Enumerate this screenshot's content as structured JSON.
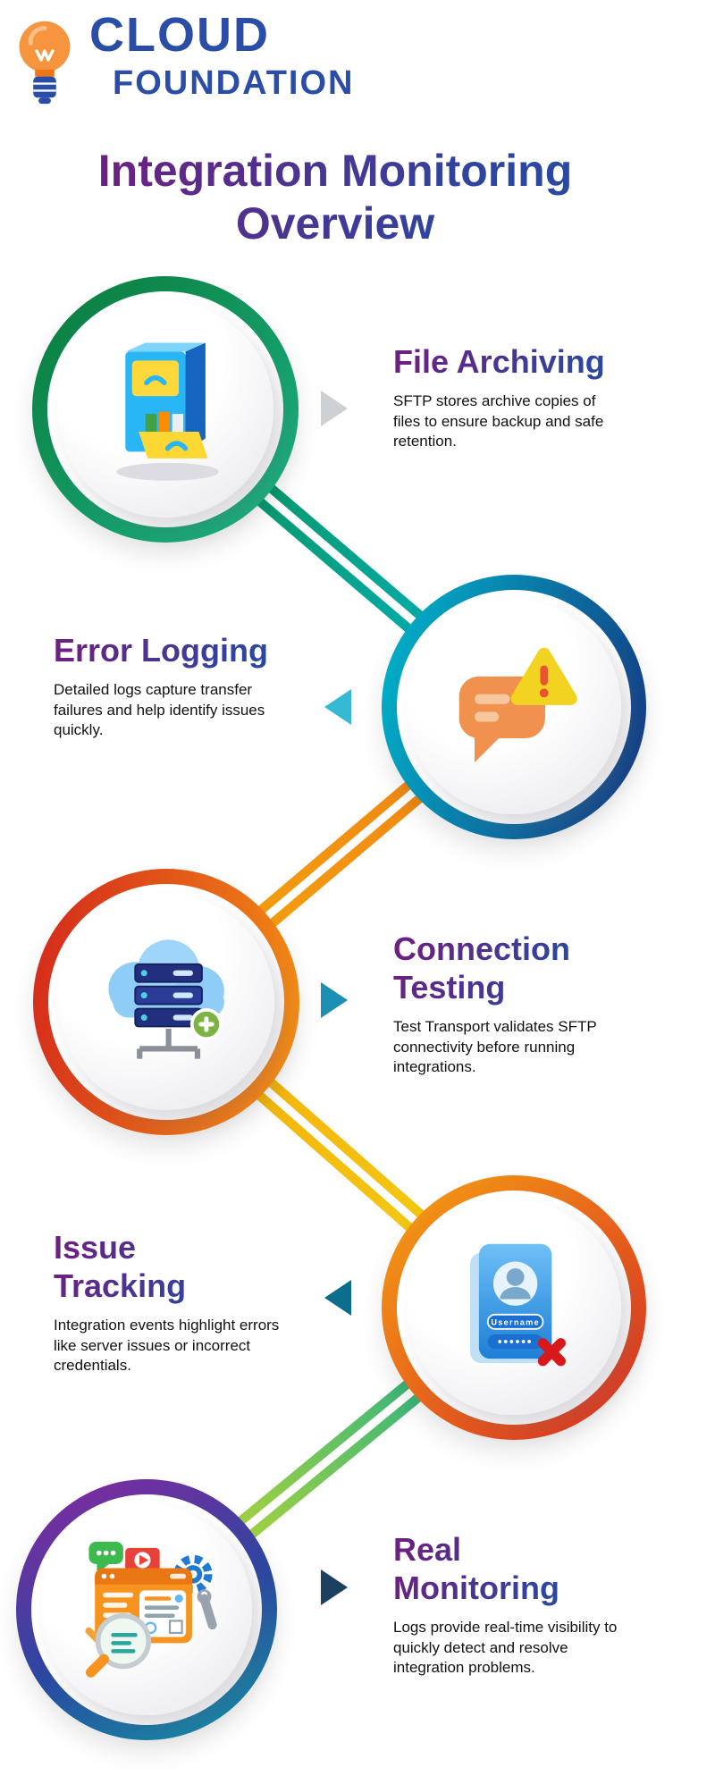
{
  "logo": {
    "line1": "CLOUD",
    "line2": "FOUNDATION"
  },
  "title": "Integration Monitoring Overview",
  "steps": [
    {
      "heading": "File Archiving",
      "body": "SFTP stores archive copies of files to ensure backup and safe retention.",
      "icon": "file-cabinet-icon",
      "side": "circle-left-text-right"
    },
    {
      "heading": "Error Logging",
      "body": "Detailed logs capture transfer failures and help identify issues quickly.",
      "icon": "chat-warning-icon",
      "side": "circle-right-text-left"
    },
    {
      "heading": "Connection Testing",
      "body": "Test Transport validates SFTP connectivity before running integrations.",
      "icon": "cloud-server-icon",
      "side": "circle-left-text-right"
    },
    {
      "heading": "Issue Tracking",
      "body": "Integration events highlight errors like server issues or incorrect credentials.",
      "icon": "login-card-icon",
      "icon_text": "Username",
      "icon_dots": "••••••",
      "side": "circle-right-text-left"
    },
    {
      "heading": "Real Monitoring",
      "body": "Logs provide real-time visibility to quickly detect and resolve integration problems.",
      "icon": "monitoring-dashboard-icon",
      "side": "circle-left-text-right"
    }
  ],
  "colors": {
    "brand-blue": "#2a4da8",
    "bulb-orange": "#f6913c",
    "heading-grad-start": "#6b2181",
    "heading-grad-end": "#2b47a1",
    "ring1a": "#0a7a3a",
    "ring1b": "#1cb487",
    "ring2a": "#00b7cd",
    "ring2b": "#15357f",
    "ring3a": "#d3261c",
    "ring3b": "#f59314",
    "ring4a": "#f5a114",
    "ring4b": "#d92b22",
    "ring5a": "#8a27a0",
    "ring5b": "#2b47a1",
    "ring5c": "#0d98a6",
    "conn12a": "#0c8f4a",
    "conn12b": "#00b5c9",
    "conn23a": "#ee7d17",
    "conn23b": "#f5a90b",
    "conn34a": "#f5a90b",
    "conn34b": "#f2d313",
    "conn45a": "#00a79b",
    "conn45b": "#dbe021",
    "arrow1": "#cdd1d6",
    "arrow2": "#36b9d3",
    "arrow3": "#1b8fb4",
    "arrow4": "#0c6d8c",
    "arrow5": "#1d3f60"
  }
}
